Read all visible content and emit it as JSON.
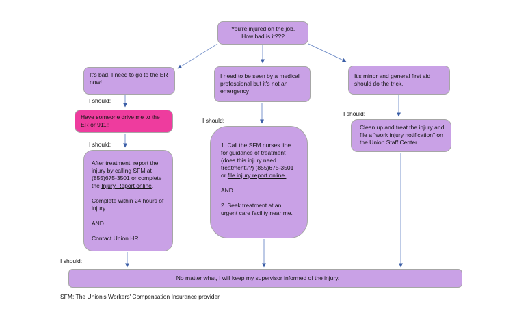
{
  "colors": {
    "node_fill": "#c9a1e6",
    "node_border": "#a6a6a6",
    "alert_fill": "#ee3c9e",
    "arrow_line": "#7b96cc",
    "arrow_head": "#3b5ea6"
  },
  "labels": {
    "i_should": "I should:"
  },
  "nodes": {
    "root": {
      "text": "You're injured on the job.\nHow bad is it???"
    },
    "branch_er": {
      "text": "It's bad, I need to go to the ER now!"
    },
    "branch_medical": {
      "text": "I need to be seen by a medical professional but it's not an emergency"
    },
    "branch_minor": {
      "text": "It's minor and general first aid should do the trick."
    },
    "action_drive": {
      "text": "Have someone drive me to the ER or 911!!"
    },
    "action_report": {
      "p1a": "After treatment, report the injury by calling SFM at (855)675-3501 or complete the ",
      "p1_link": "Injury Report online",
      "p1b": ".",
      "p2": "Complete within 24 hours of injury.",
      "p3": "AND",
      "p4": "Contact Union HR."
    },
    "action_nurse": {
      "p1a": "1. Call the SFM nurses line for guidance of treatment (does this injury need treatment??) (855)675-3501 or ",
      "p1_link": "file injury report online.",
      "p2": "AND",
      "p3": "2.  Seek treatment at an urgent care facility near me."
    },
    "action_firstaid": {
      "p1a": "Clean up and treat the injury and file a ",
      "p1_link": "\"work injury notification\"",
      "p1b": "  on the Union Staff Center."
    },
    "supervisor": {
      "text": "No matter what, I will keep my supervisor informed of the injury."
    }
  },
  "footnote": "SFM: The Union's Workers' Compensation Insurance provider"
}
